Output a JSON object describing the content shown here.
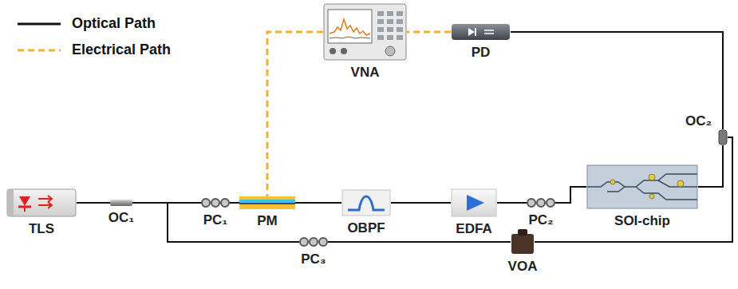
{
  "diagram": {
    "nodes": [
      {
        "text": [
          "TLS"
        ]
      },
      {
        "text": [
          "OC₁"
        ]
      },
      {
        "text": [
          "PC₁"
        ]
      },
      {
        "text": [
          "PM"
        ]
      },
      {
        "text": [
          "VNA"
        ]
      },
      {
        "text": [
          "OBPF"
        ]
      },
      {
        "text": [
          "EDFA"
        ]
      },
      {
        "text": [
          "PD"
        ]
      },
      {
        "text": [
          "PC₂"
        ]
      },
      {
        "text": [
          "SOI-chip"
        ]
      },
      {
        "text": [
          "OC₂"
        ]
      },
      {
        "text": [
          "PC₃"
        ]
      },
      {
        "text": [
          "VOA"
        ]
      }
    ],
    "edges": [
      {
        "from": 0,
        "to": 1,
        "arrow": "none"
      },
      {
        "from": 1,
        "to": 2,
        "arrow": "none"
      },
      {
        "from": 1,
        "to": 11,
        "arrow": "none"
      },
      {
        "from": 2,
        "to": 3,
        "arrow": "none"
      },
      {
        "from": 3,
        "to": 5,
        "arrow": "none"
      },
      {
        "from": 5,
        "to": 6,
        "arrow": "none"
      },
      {
        "from": 6,
        "to": 8,
        "arrow": "none"
      },
      {
        "from": 8,
        "to": 9,
        "arrow": "none"
      },
      {
        "from": 9,
        "to": 10,
        "arrow": "none"
      },
      {
        "from": 11,
        "to": 12,
        "arrow": "none"
      },
      {
        "from": 12,
        "to": 10,
        "arrow": "none"
      },
      {
        "from": 10,
        "to": 7,
        "arrow": "none"
      },
      {
        "from": 7,
        "to": 4,
        "arrow": "none"
      },
      {
        "from": 4,
        "to": 3,
        "arrow": "none"
      }
    ],
    "legend": [
      {
        "text": "Optical Path"
      },
      {
        "text": "Electrical Path"
      }
    ]
  }
}
